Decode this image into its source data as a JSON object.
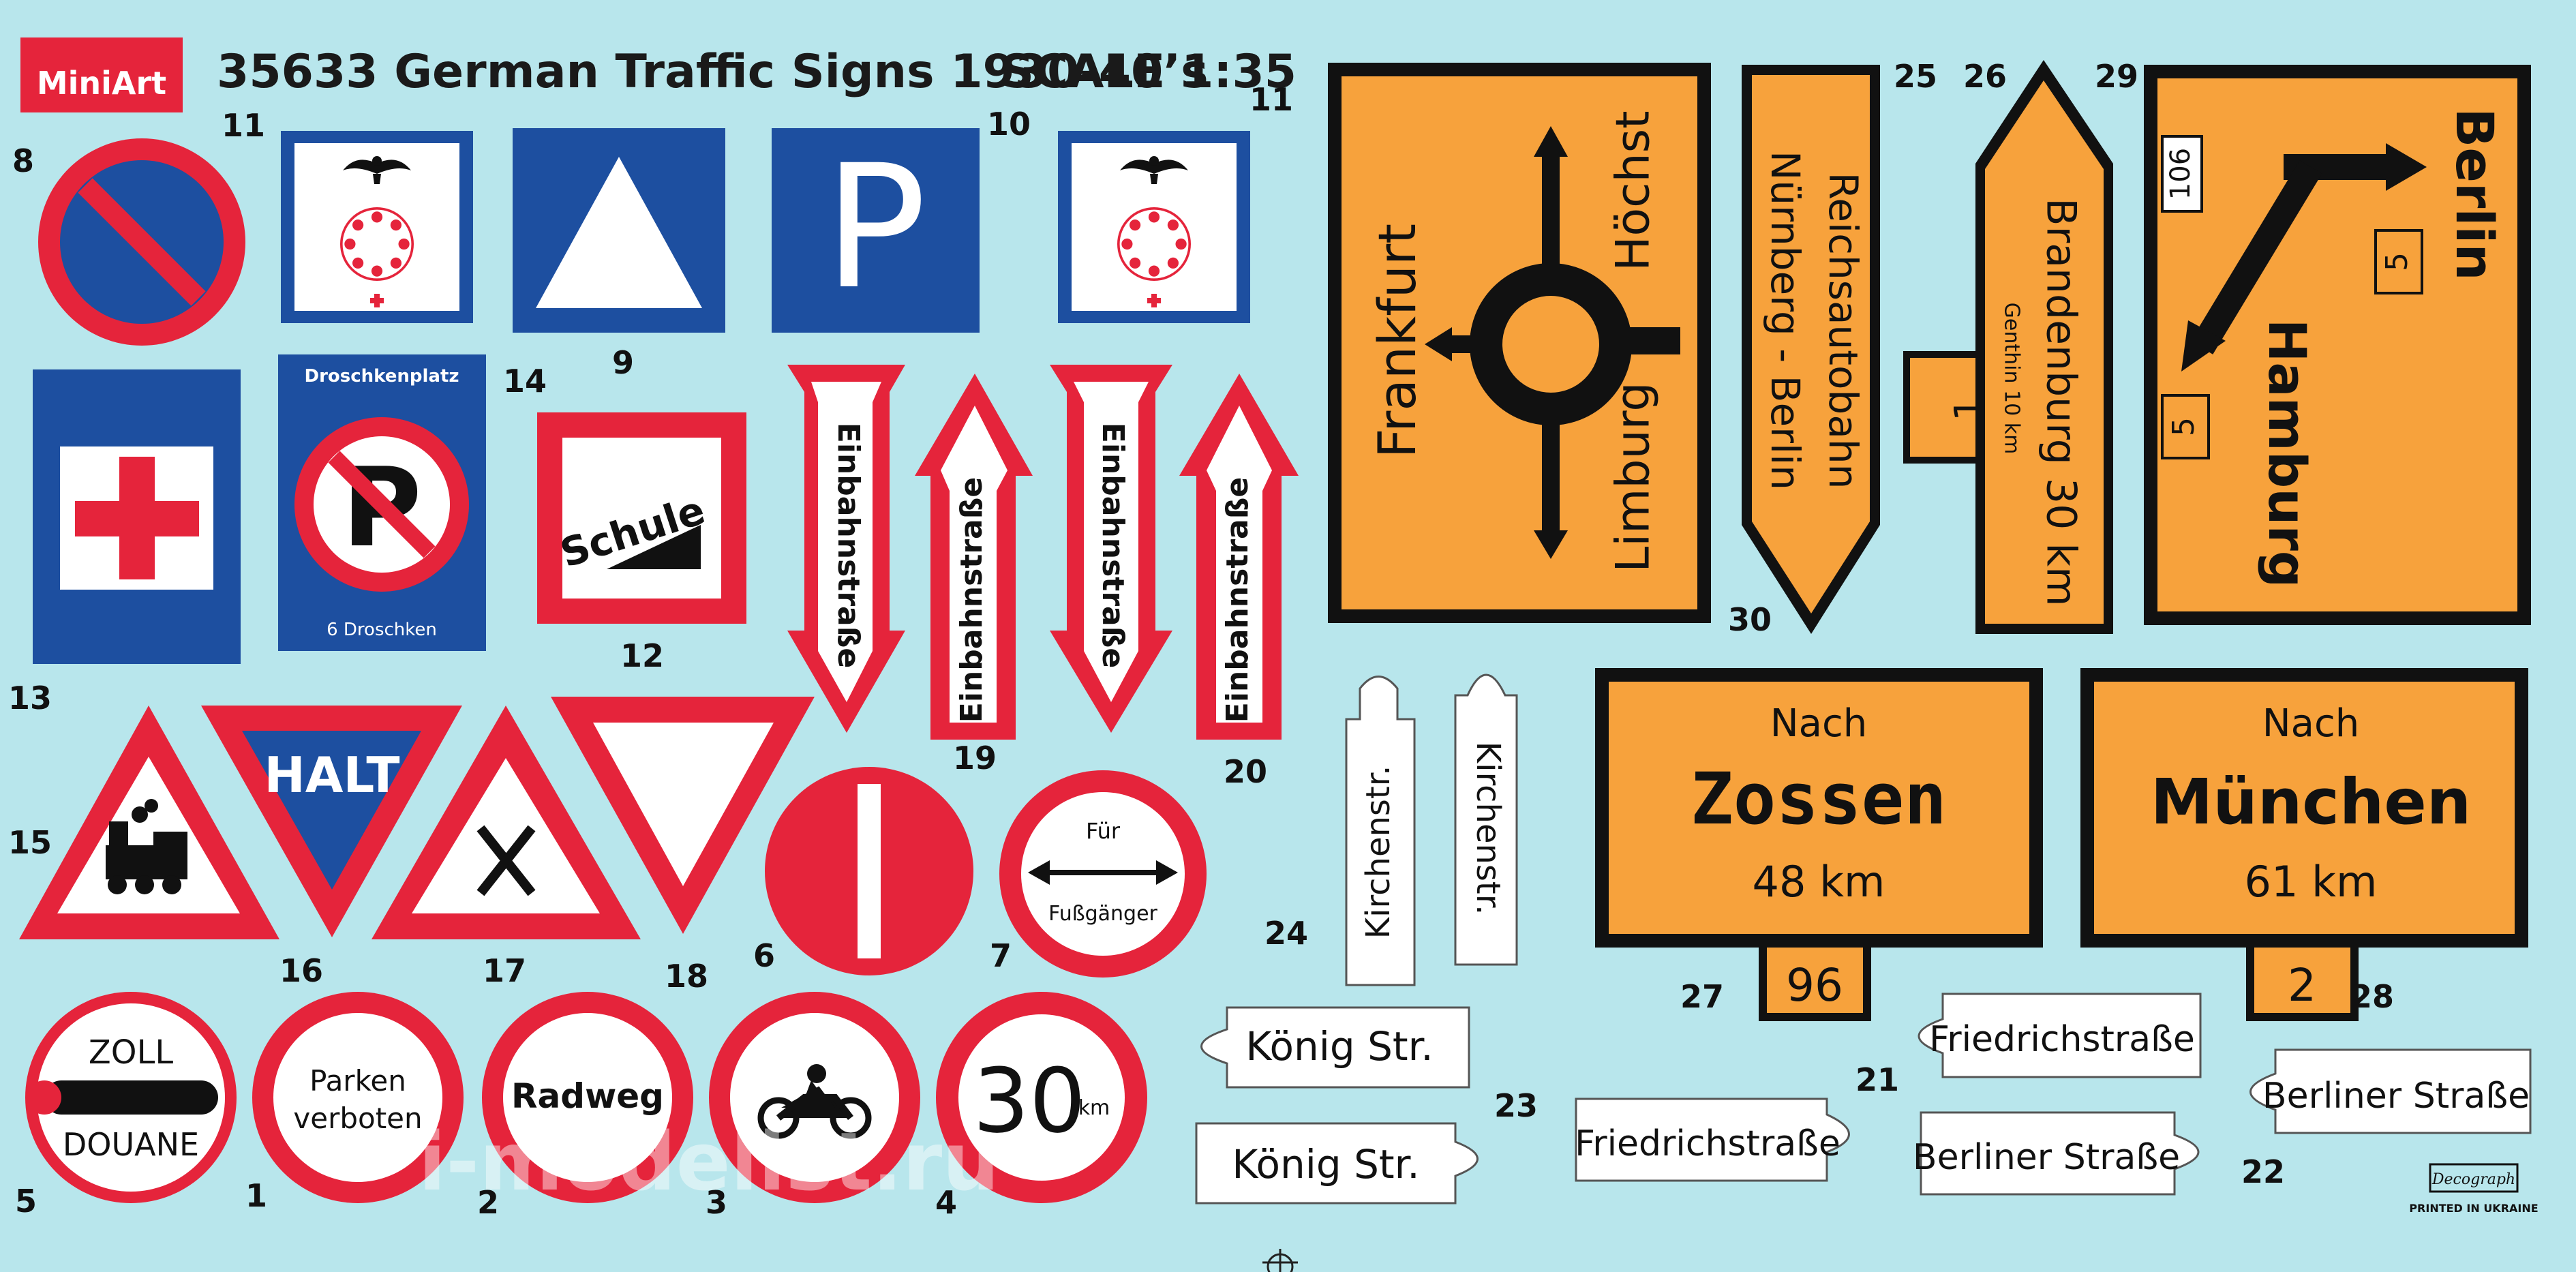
{
  "header": {
    "logo": "MiniArt",
    "title": "35633 German Traffic Signs 1930-40’s",
    "scale": "SCALE 1:35"
  },
  "numbers": {
    "n1": "1",
    "n2": "2",
    "n3": "3",
    "n4": "4",
    "n5": "5",
    "n6": "6",
    "n7": "7",
    "n8": "8",
    "n9": "9",
    "n10": "10",
    "n11a": "11",
    "n11b": "11",
    "n12": "12",
    "n13": "13",
    "n14": "14",
    "n15": "15",
    "n16": "16",
    "n17": "17",
    "n18": "18",
    "n19": "19",
    "n20": "20",
    "n21": "21",
    "n22": "22",
    "n23": "23",
    "n24": "24",
    "n25": "25",
    "n26": "26",
    "n27": "27",
    "n28": "28",
    "n29": "29",
    "n30": "30"
  },
  "signs": {
    "droschkenplatz_top": "Droschkenplatz",
    "droschkenplatz_bottom": "6 Droschken",
    "schule": "Schule",
    "halt": "HALT",
    "einbahn": "Einbahnstraße",
    "fur": "Für",
    "fussganger": "Fußgänger",
    "zoll": "ZOLL",
    "douane": "DOUANE",
    "parken": "Parken",
    "verboten": "verboten",
    "radweg": "Radweg",
    "speed": "30",
    "speed_unit": "km",
    "konig": "König Str.",
    "kirchen": "Kirchenstr.",
    "friedrich": "Friedrichstraße",
    "berliner": "Berliner Straße",
    "frankfurt": "Frankfurt",
    "hochst": "Höchst",
    "limburg": "Limburg",
    "reichsautobahn": "Reichsautobahn",
    "nurnberg_berlin": "Nürnberg - Berlin",
    "brandenburg": "Brandenburg 30 km",
    "genthin": "Genthin 10 km",
    "route1": "1",
    "berlin": "Berlin",
    "hamburg": "Hamburg",
    "route106": "106",
    "box5a": "5",
    "box5b": "5",
    "nach1": "Nach",
    "zossen": "Zossen",
    "dist48": "48 km",
    "route96": "96",
    "nach2": "Nach",
    "munchen": "München",
    "dist61": "61 km",
    "route2": "2"
  },
  "footer": {
    "decograph": "Decograph",
    "printed": "PRINTED IN UKRAINE",
    "watermark": "i-modelist.ru"
  },
  "colors": {
    "background": "#b8e6ec",
    "red": "#e5243b",
    "blue": "#1d4fa0",
    "orange": "#f7a23c",
    "black": "#111111",
    "white": "#ffffff"
  }
}
